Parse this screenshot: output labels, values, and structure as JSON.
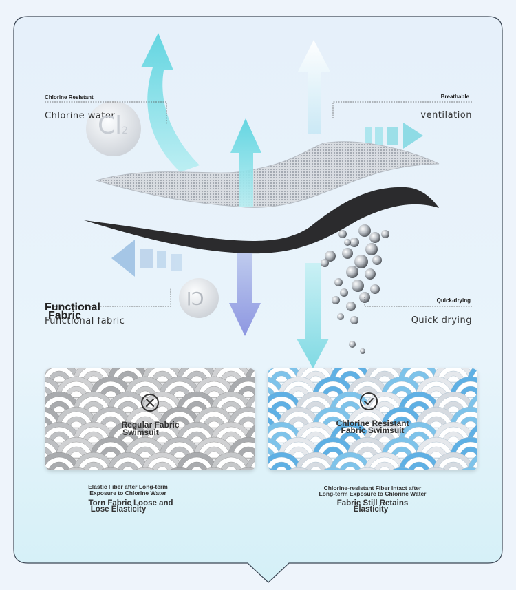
{
  "top": {
    "chlorine_resistant_small": "Chlorine Resistant",
    "chlorine_water": "Chlorine water",
    "breathable_small": "Breathable",
    "ventilation": "ventilation",
    "functional_fabric_big_line1": "Functional",
    "functional_fabric_big_line2": "Fabric",
    "functional_fabric": "Functional fabric",
    "quick_drying_small": "Quick-drying",
    "quick_drying": "Quick drying",
    "cl2_symbol": "Cl",
    "cl2_subscript": "2",
    "cl_symbol": "Cl"
  },
  "panels": {
    "regular": {
      "title_line1": "Regular Fabric",
      "title_line2": "Swimsuit",
      "caption_small_line1": "Elastic Fiber after Long-term",
      "caption_small_line2": "Exposure to Chlorine Water",
      "caption_big_line1": "Torn Fabric Loose and",
      "caption_big_line2": "Lose Elasticity"
    },
    "resistant": {
      "title_line1": "Chlorine Resistant",
      "title_line2": "Fabric Swimsuit",
      "caption_small_line1": "Chlorine-resistant Fiber Intact after",
      "caption_small_line2": "Long-term Exposure to Chlorine Water",
      "caption_big_line1": "Fabric Still Retains",
      "caption_big_line2": "Elasticity"
    }
  },
  "colors": {
    "arrow_cyan": "#5fd6e0",
    "arrow_blue": "#8fb8e0",
    "arrow_purple": "#8a8fe0",
    "fabric_black": "#2a2a2a",
    "background": "#eef4fb"
  },
  "icons": {
    "regular_status": "x-circle-icon",
    "resistant_status": "check-circle-icon"
  }
}
